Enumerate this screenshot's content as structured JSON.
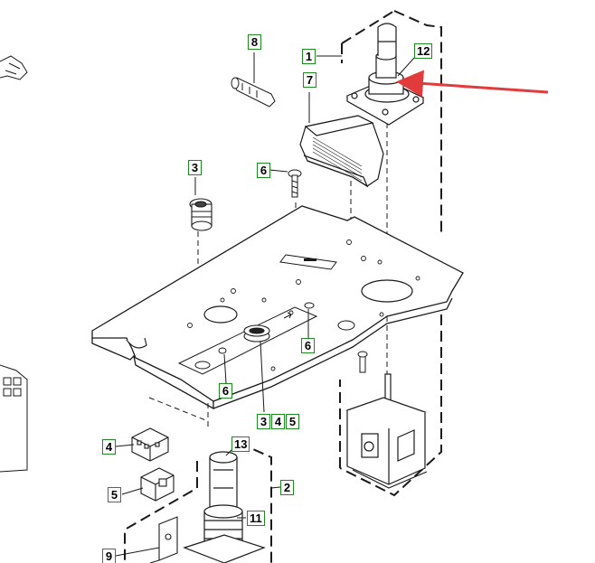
{
  "callouts": {
    "c1": "1",
    "c2": "2",
    "c3_top": "3",
    "c3_bottom": "3",
    "c4_bottom": "4",
    "c4_left": "4",
    "c5_bottom": "5",
    "c5_left": "5",
    "c6_top": "6",
    "c6_mid": "6",
    "c6_bottom": "6",
    "c7": "7",
    "c8": "8",
    "c9": "9",
    "c11": "11",
    "c12": "12",
    "c13": "13"
  },
  "colors": {
    "callout_border": "#1f8a1f",
    "arrow": "#e23b3b",
    "line": "#1a1a1a"
  },
  "icons": {
    "pointer": "red-arrow-icon"
  }
}
